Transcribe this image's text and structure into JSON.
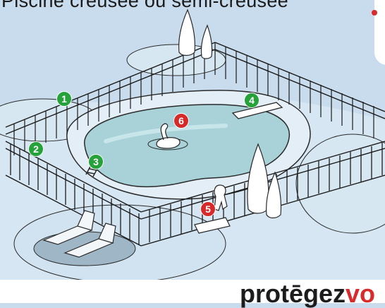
{
  "heading": "Piscine creusée ou semi-creusée",
  "brand": {
    "part1": "protēgez",
    "part2": "vo"
  },
  "markers": [
    {
      "label": "1",
      "color": "green"
    },
    {
      "label": "2",
      "color": "green"
    },
    {
      "label": "3",
      "color": "green"
    },
    {
      "label": "4",
      "color": "green"
    },
    {
      "label": "5",
      "color": "red"
    },
    {
      "label": "6",
      "color": "red"
    }
  ],
  "colors": {
    "background": "#c8dced",
    "lawn": "#d8e8f3",
    "water": "#a9d3d8",
    "fence": "#1a1a1a",
    "green_marker": "#25a23a",
    "red_marker": "#d62a2a",
    "brand_accent": "#d92b2b"
  }
}
